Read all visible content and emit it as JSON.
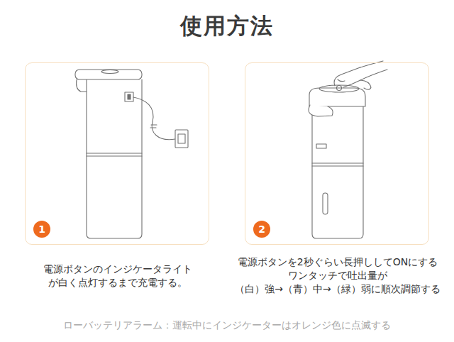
{
  "diagram": {
    "title": "使用方法",
    "caption": "ローバッテリアラーム：運転中にインジケーターはオレンジ色に点滅する",
    "nodes": [
      {
        "text": [
          "電源ボタンのインジケータライト が白く点灯するまで充電する。"
        ]
      },
      {
        "text": [
          "1"
        ],
        "in": 0
      },
      {
        "text": [
          "電源ボタンを2秒ぐらい長押ししてONにする ワンタッチで吐出量が （白）強→（青）中→（緑）弱に順次調節する"
        ]
      },
      {
        "text": [
          "2"
        ],
        "in": 2
      }
    ]
  }
}
